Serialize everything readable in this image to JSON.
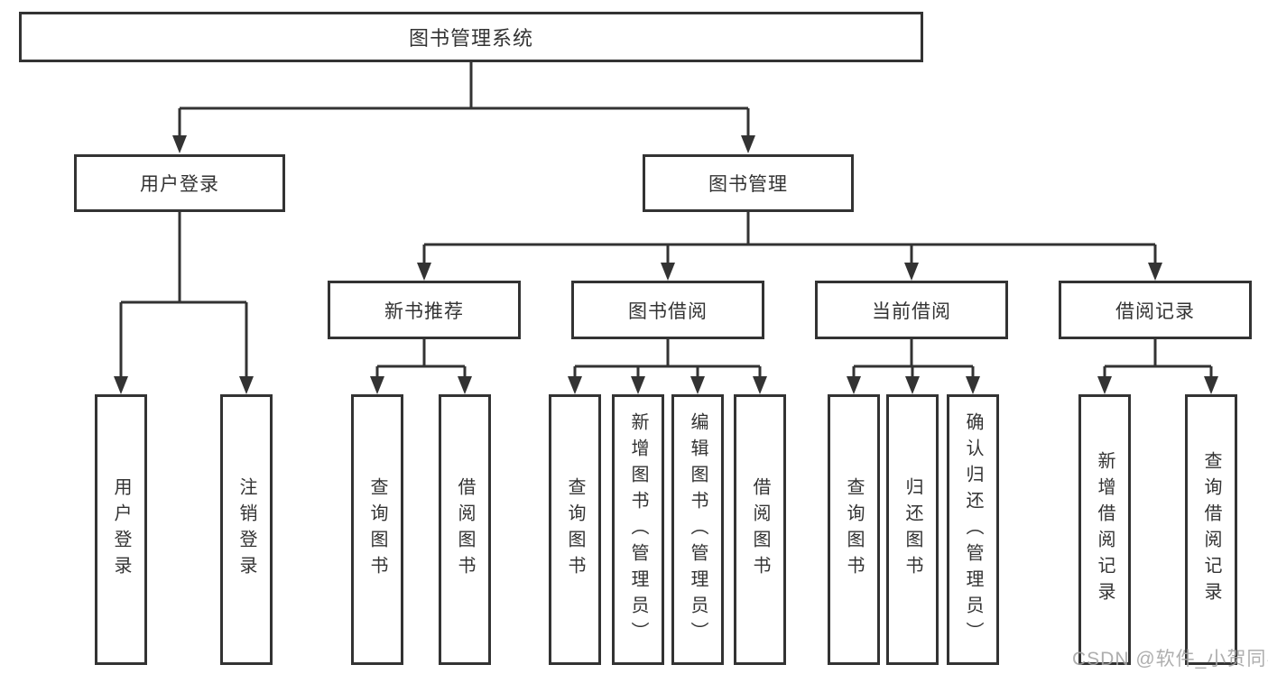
{
  "colors": {
    "line": "#333333",
    "text": "#333333",
    "box_background": "#ffffff",
    "watermark": "#a5a5a5"
  },
  "watermark": "CSDN @软件_小贺同学",
  "tree": {
    "label": "图书管理系统",
    "children": [
      {
        "label": "用户登录",
        "children": [
          {
            "label": "用户登录"
          },
          {
            "label": "注销登录"
          }
        ]
      },
      {
        "label": "图书管理",
        "children": [
          {
            "label": "新书推荐",
            "children": [
              {
                "label": "查询图书"
              },
              {
                "label": "借阅图书"
              }
            ]
          },
          {
            "label": "图书借阅",
            "children": [
              {
                "label": "查询图书"
              },
              {
                "label": "新增图书（管理员）"
              },
              {
                "label": "编辑图书（管理员）"
              },
              {
                "label": "借阅图书"
              }
            ]
          },
          {
            "label": "当前借阅",
            "children": [
              {
                "label": "查询图书"
              },
              {
                "label": "归还图书"
              },
              {
                "label": "确认归还（管理员）"
              }
            ]
          },
          {
            "label": "借阅记录",
            "children": [
              {
                "label": "新增借阅记录"
              },
              {
                "label": "查询借阅记录"
              }
            ]
          }
        ]
      }
    ]
  }
}
